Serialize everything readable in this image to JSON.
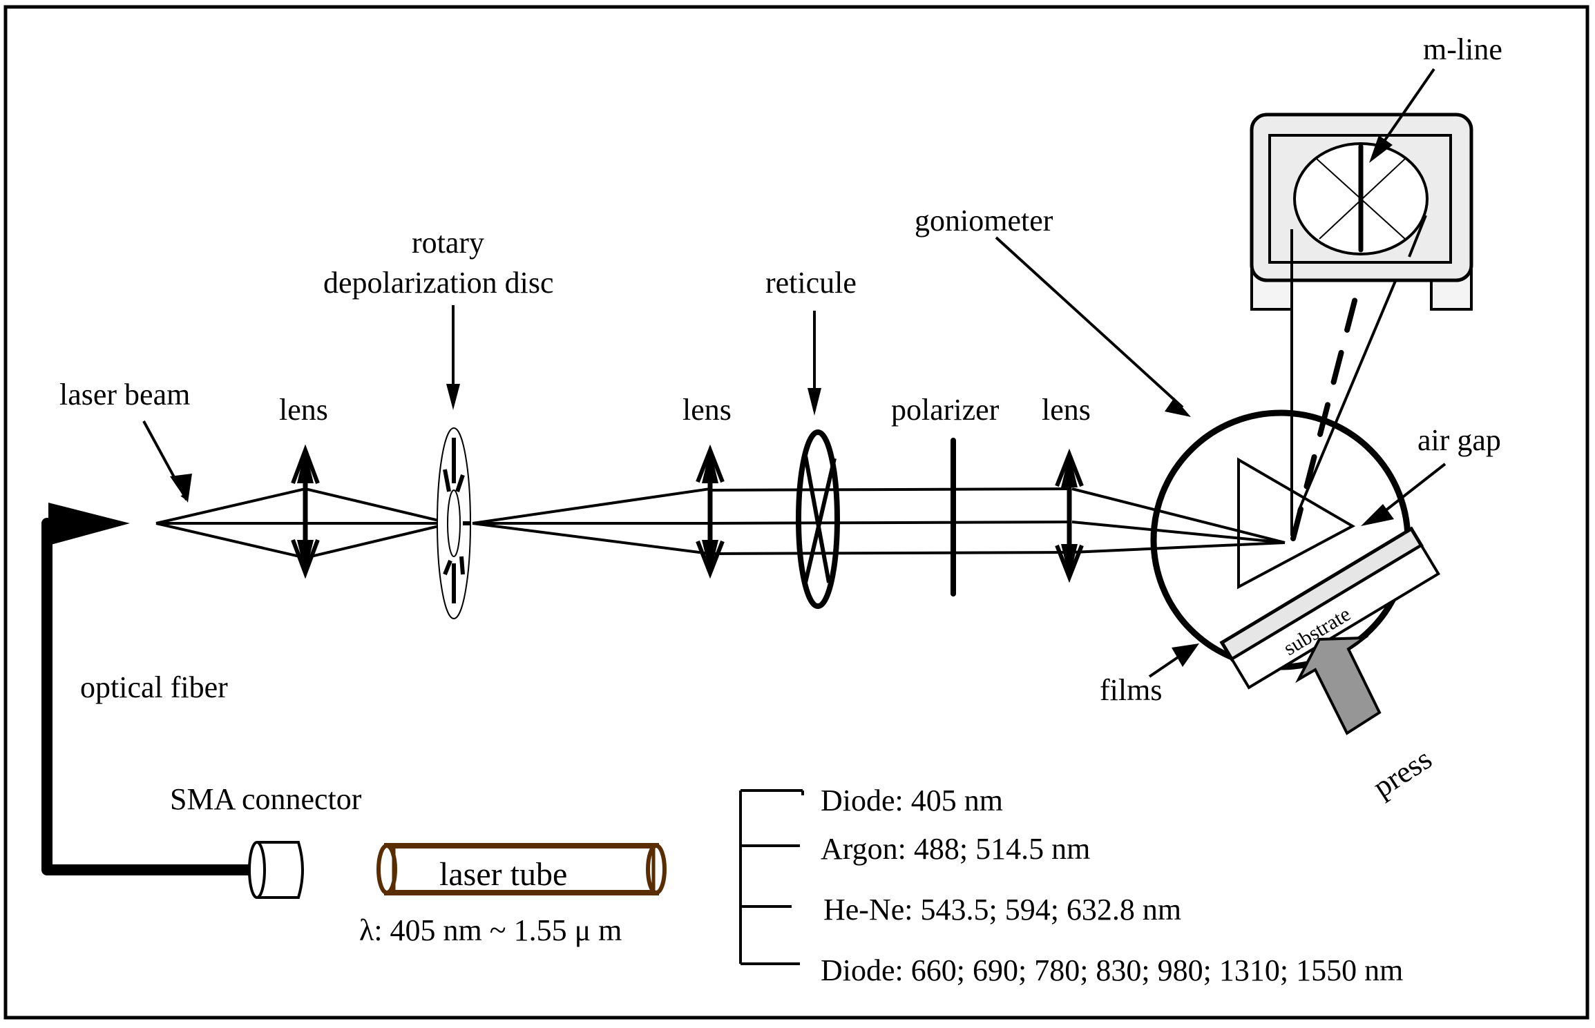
{
  "figure": {
    "type": "optical setup schematic (prism coupler)",
    "colors": {
      "line": "#000000",
      "background": "#ffffff",
      "laser_tube": "#5a2d00",
      "screen_fill": "#ececec",
      "substrate_fill": "#e6e6e6",
      "press_arrow_fill": "#969696"
    }
  },
  "labels": {
    "laser_beam": "laser beam",
    "lens_1": "lens",
    "rotary": "rotary",
    "depolarization_disc": "depolarization disc",
    "lens_2": "lens",
    "reticule": "reticule",
    "polarizer": "polarizer",
    "lens_3": "lens",
    "goniometer": "goniometer",
    "m_line": "m-line",
    "air_gap": "air gap",
    "substrate": "substrate",
    "films": "films",
    "press": "press",
    "optical_fiber": "optical fiber",
    "sma_connector": "SMA connector",
    "laser_tube": "laser tube",
    "wavelength_range": "λ: 405 nm ~ 1.55  μ m"
  },
  "laser_sources": [
    {
      "label": "Diode: 405 nm"
    },
    {
      "label": "Argon: 488; 514.5  nm"
    },
    {
      "label": "He-Ne: 543.5; 594; 632.8 nm"
    },
    {
      "label": "Diode: 660; 690; 780; 830; 980; 1310; 1550 nm"
    }
  ]
}
